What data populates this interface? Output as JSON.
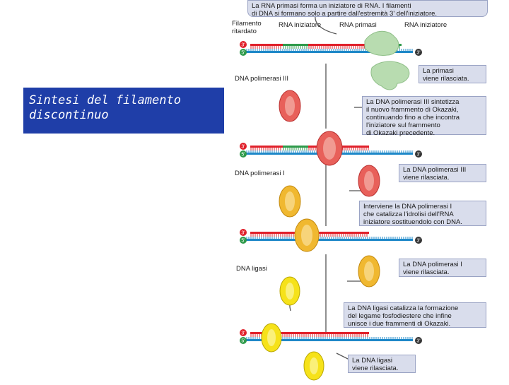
{
  "title": {
    "line1": "Sintesi del filamento",
    "line2": "discontinuo"
  },
  "figure": {
    "top_caption": [
      "La RNA primasi forma un iniziatore di RNA. I filamenti",
      "di DNA si formano solo a partire dall'estremità 3' dell'iniziatore."
    ],
    "labels": {
      "filamento_ritardato": [
        "Filamento",
        "ritardato"
      ],
      "rna_iniziatore_1": "RNA iniziatore",
      "rna_primasi": "RNA primasi",
      "rna_iniziatore_2": "RNA iniziatore",
      "dna_pol_iii": "DNA polimerasi III",
      "dna_pol_i": "DNA polimerasi I",
      "dna_ligasi": "DNA ligasi"
    },
    "strand_ends": {
      "three": "3'",
      "five": "5'"
    },
    "callouts": [
      [
        "La primasi",
        "viene rilasciata."
      ],
      [
        "La DNA polimerasi III sintetizza",
        "il nuovo frammento di Okazaki,",
        "continuando fino a che incontra",
        "l'iniziatore sul frammento",
        "di Okazaki precedente."
      ],
      [
        "La DNA polimerasi III",
        "viene rilasciata."
      ],
      [
        "Interviene la DNA polimerasi I",
        "che catalizza l'idrolisi dell'RNA",
        "iniziatore sostituendolo con DNA."
      ],
      [
        "La DNA polimerasi I",
        "viene rilasciata."
      ],
      [
        "La DNA ligasi catalizza la formazione",
        "del legame fosfodiestere che infine",
        "unisce i due frammenti di Okazaki."
      ],
      [
        "La DNA ligasi",
        "viene rilasciata."
      ]
    ]
  },
  "colors": {
    "title_bg": "#1f3ea8",
    "strand_template": "#1e88c8",
    "strand_red": "#e0202a",
    "strand_green": "#2e9a4a",
    "pol_iii": "#e8605a",
    "pol_i": "#f0b830",
    "ligase": "#f6e21a",
    "primase": "#b8dcb0",
    "callout_bg": "#d9ddec"
  }
}
